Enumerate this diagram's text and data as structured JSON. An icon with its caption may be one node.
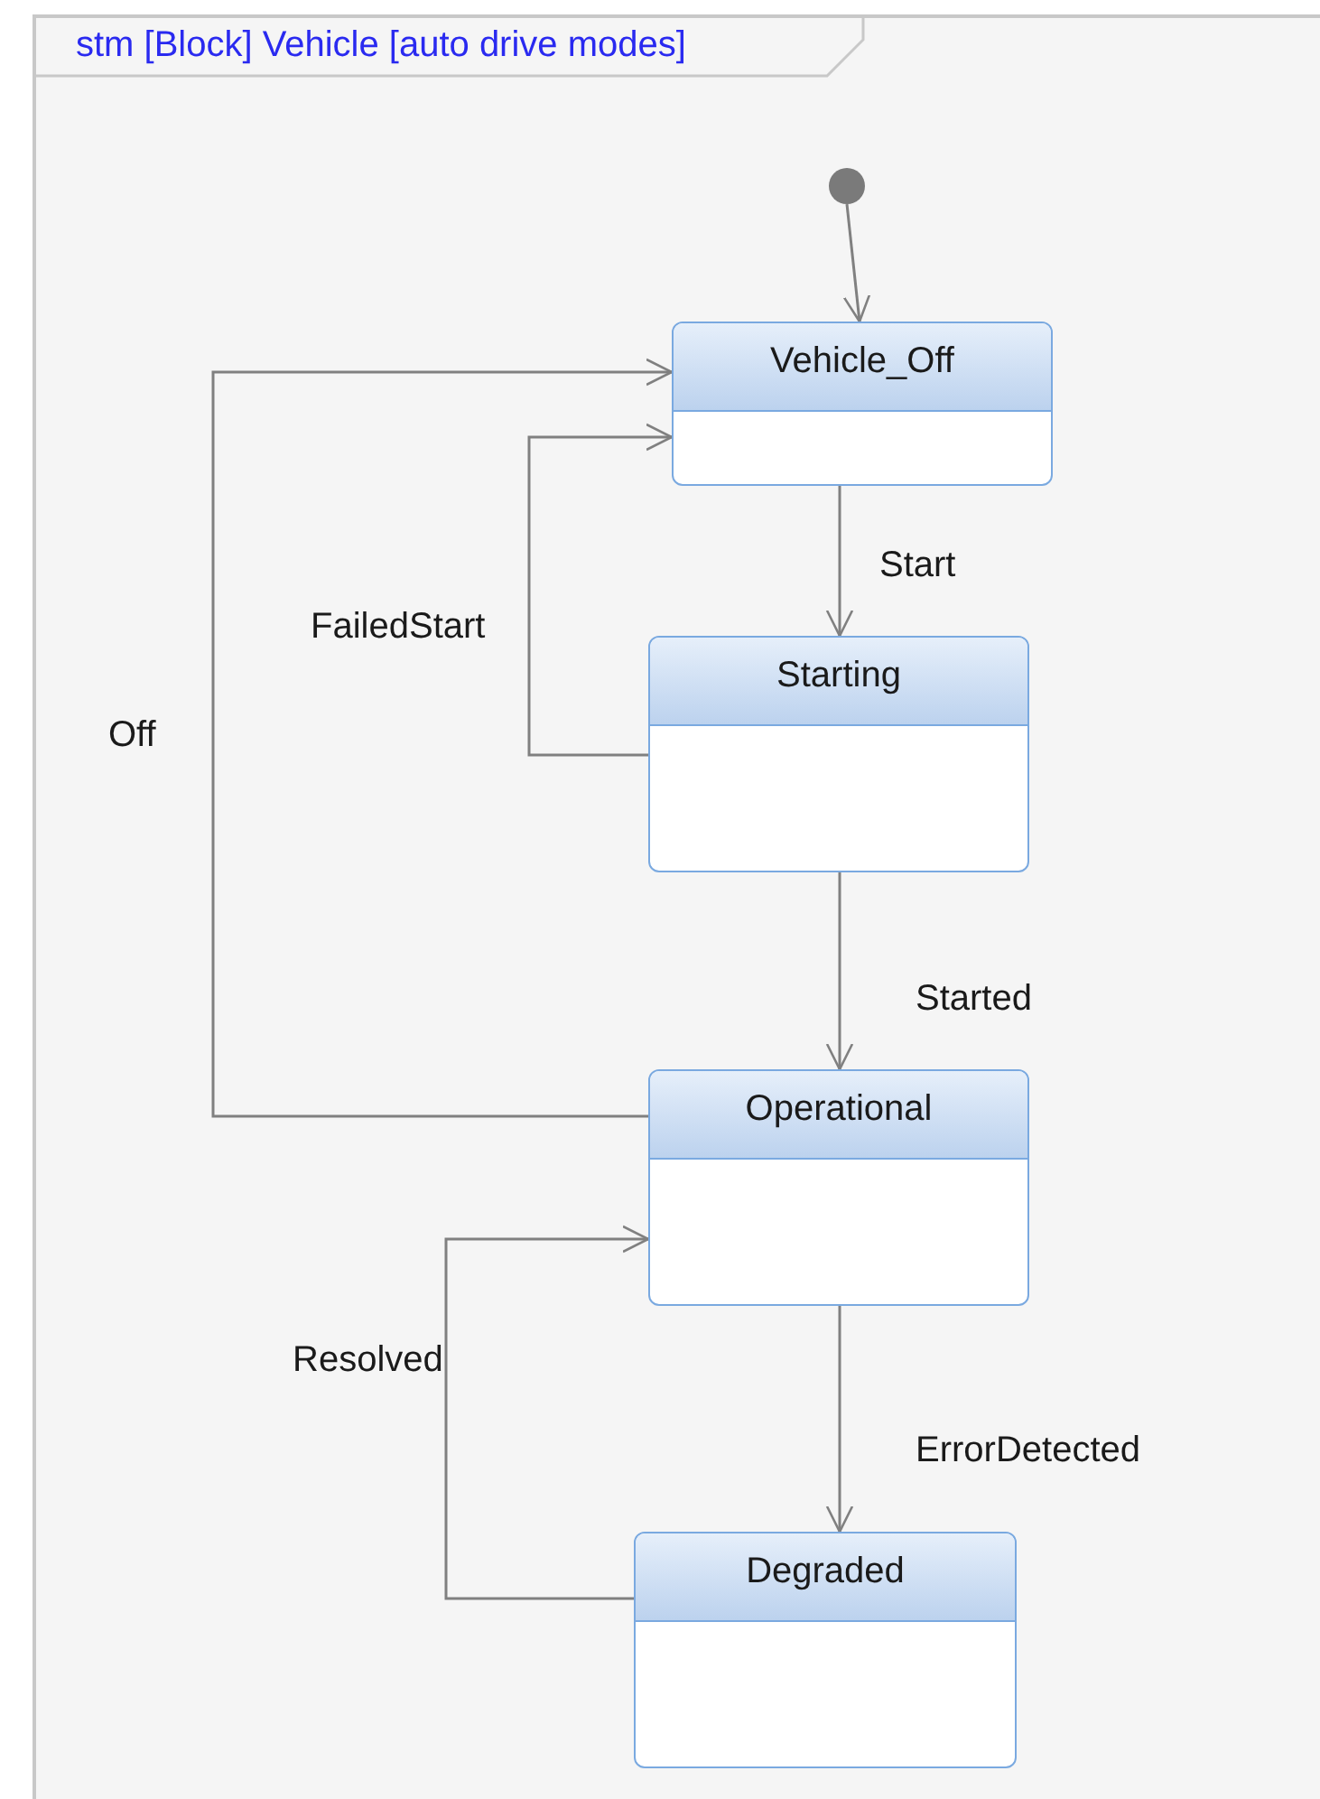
{
  "diagram": {
    "nodes": [
      {
        "text": [
          "stm [Block] Vehicle [auto drive modes]"
        ]
      },
      {
        "text": [],
        "shape": "circle",
        "in": 0
      },
      {
        "text": [
          "Vehicle_Off"
        ],
        "in": 0
      },
      {
        "text": [
          "Starting"
        ],
        "in": 0
      },
      {
        "text": [
          "Operational"
        ],
        "in": 0
      },
      {
        "text": [
          "Degraded"
        ],
        "in": 0
      }
    ],
    "edges": [
      {
        "from": 1,
        "to": 2,
        "arrow": "to"
      },
      {
        "from": 2,
        "to": 3,
        "arrow": "to",
        "label": "Start"
      },
      {
        "from": 3,
        "to": 2,
        "arrow": "to",
        "label": "FailedStart"
      },
      {
        "from": 3,
        "to": 4,
        "arrow": "to",
        "label": "Started"
      },
      {
        "from": 4,
        "to": 2,
        "arrow": "to",
        "label": "Off"
      },
      {
        "from": 4,
        "to": 5,
        "arrow": "to",
        "label": "ErrorDetected"
      },
      {
        "from": 5,
        "to": 4,
        "arrow": "to",
        "label": "Resolved"
      }
    ]
  }
}
